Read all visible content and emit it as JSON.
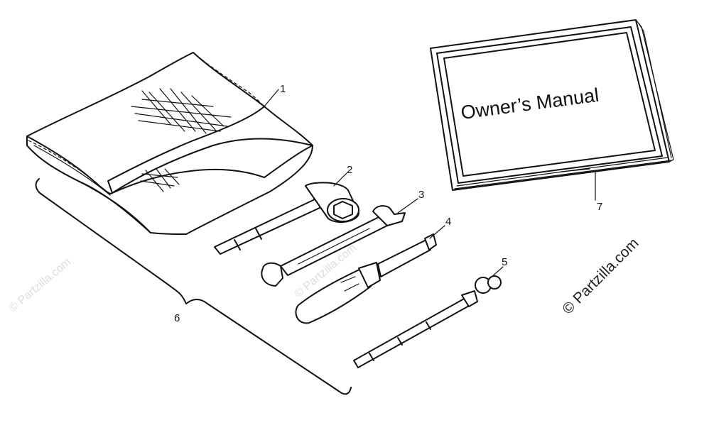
{
  "manual_title": "Owner’s Manual",
  "callouts": [
    "1",
    "2",
    "3",
    "4",
    "5",
    "6",
    "7"
  ],
  "watermark": {
    "main": "© Partzilla.com",
    "faint": "© Partzilla.com"
  },
  "colors": {
    "line": "#111111",
    "watermark_faint": "#dcdcdc",
    "background": "#ffffff"
  }
}
